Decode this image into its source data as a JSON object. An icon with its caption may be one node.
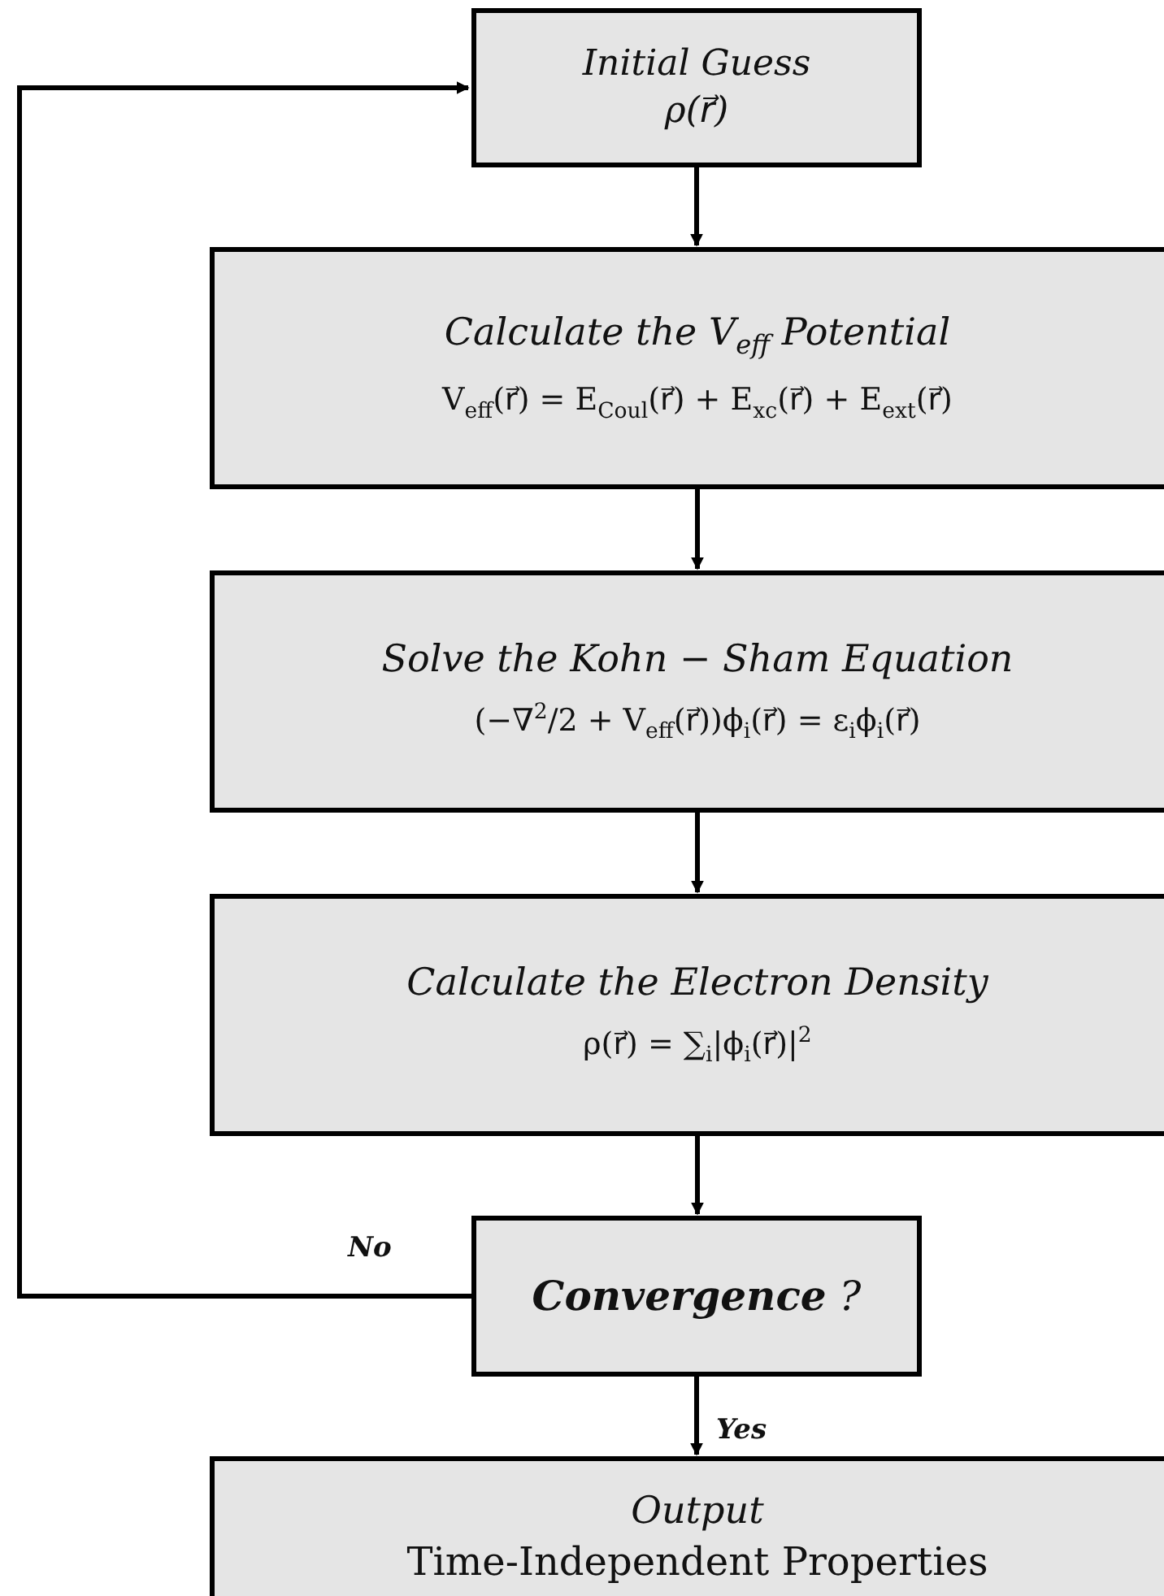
{
  "diagram": {
    "nodes": [
      {
        "text": [
          "Initial Guess",
          "ρ(r⃗)"
        ]
      },
      {
        "text": [
          "Calculate the V$_{eff}$ Potential",
          "V$_{eff}$(r⃗) = E$_{Coul}$(r⃗) + E$_{xc}$(r⃗) + E$_{ext}$(r⃗)"
        ]
      },
      {
        "text": [
          "Solve the Kohn − Sham Equation",
          "(−∇$^{2}$/2 + V$_{eff}$(r⃗))ϕ$_{i}$(r⃗) = ε$_{i}$ϕ$_{i}$(r⃗)"
        ]
      },
      {
        "text": [
          "Calculate the Electron Density",
          "ρ(r⃗) = ∑$_{i}$|ϕ$_{i}$(r⃗)|$^{2}$"
        ]
      },
      {
        "text": [
          "**Convergence** ?"
        ]
      },
      {
        "text": [
          "Output",
          "Time-Independent Properties"
        ]
      }
    ],
    "edges": [
      {
        "from": 0,
        "to": 1,
        "arrow": "to"
      },
      {
        "from": 1,
        "to": 2,
        "arrow": "to"
      },
      {
        "from": 2,
        "to": 3,
        "arrow": "to"
      },
      {
        "from": 3,
        "to": 4,
        "arrow": "to"
      },
      {
        "from": 4,
        "to": 5,
        "arrow": "to",
        "label": "Yes"
      },
      {
        "from": 4,
        "to": 0,
        "arrow": "to",
        "label": "No"
      }
    ]
  }
}
